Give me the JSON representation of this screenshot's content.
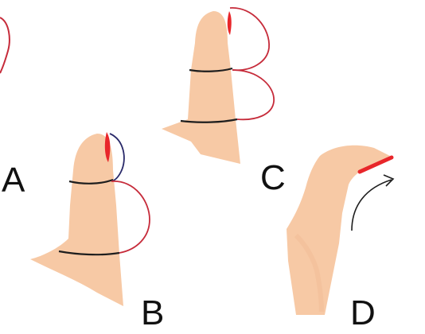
{
  "panels": [
    {
      "id": "A",
      "label": "A"
    },
    {
      "id": "B",
      "label": "B"
    },
    {
      "id": "C",
      "label": "C"
    },
    {
      "id": "D",
      "label": "D"
    }
  ],
  "colors": {
    "skin": "#f7c9a5",
    "skin_shade": "#f2bc95",
    "cut": "#e8262a",
    "loop_red": "#c62b3a",
    "loop_blue": "#2a2a6a",
    "band": "#1e1e1e",
    "arrow": "#1e1e1e"
  },
  "icons": {
    "arrow": "curved-arrow-icon"
  }
}
